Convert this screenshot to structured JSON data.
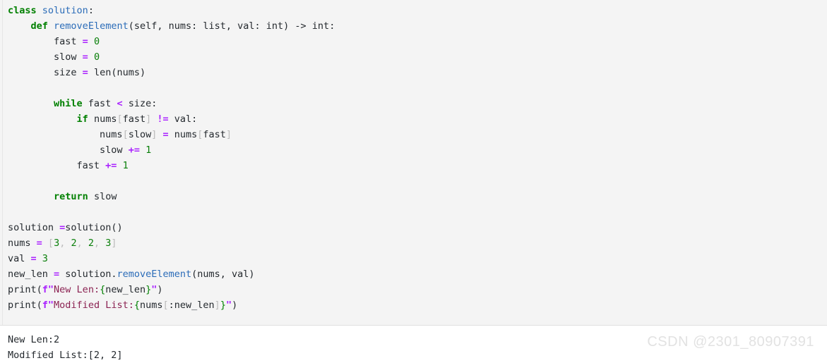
{
  "editor": {
    "language": "python",
    "background_color": "#f4f4f4",
    "code_lines": [
      {
        "indent": 0,
        "tokens": [
          {
            "t": "class",
            "c": "kw"
          },
          {
            "t": " ",
            "c": "pl"
          },
          {
            "t": "solution",
            "c": "name"
          },
          {
            "t": ":",
            "c": "pl"
          }
        ]
      },
      {
        "indent": 0,
        "tokens": [
          {
            "t": "    ",
            "c": "pl"
          },
          {
            "t": "def",
            "c": "kw"
          },
          {
            "t": " ",
            "c": "pl"
          },
          {
            "t": "removeElement",
            "c": "name"
          },
          {
            "t": "(self, nums: list, val: int) -> int:",
            "c": "pl"
          }
        ]
      },
      {
        "indent": 0,
        "tokens": [
          {
            "t": "        fast ",
            "c": "pl"
          },
          {
            "t": "=",
            "c": "op"
          },
          {
            "t": " ",
            "c": "pl"
          },
          {
            "t": "0",
            "c": "num"
          }
        ]
      },
      {
        "indent": 0,
        "tokens": [
          {
            "t": "        slow ",
            "c": "pl"
          },
          {
            "t": "=",
            "c": "op"
          },
          {
            "t": " ",
            "c": "pl"
          },
          {
            "t": "0",
            "c": "num"
          }
        ]
      },
      {
        "indent": 0,
        "tokens": [
          {
            "t": "        size ",
            "c": "pl"
          },
          {
            "t": "=",
            "c": "op"
          },
          {
            "t": " len(nums)",
            "c": "pl"
          }
        ]
      },
      {
        "indent": 0,
        "tokens": []
      },
      {
        "indent": 0,
        "tokens": [
          {
            "t": "        ",
            "c": "pl"
          },
          {
            "t": "while",
            "c": "kw"
          },
          {
            "t": " fast ",
            "c": "pl"
          },
          {
            "t": "<",
            "c": "op"
          },
          {
            "t": " size:",
            "c": "pl"
          }
        ]
      },
      {
        "indent": 0,
        "tokens": [
          {
            "t": "            ",
            "c": "pl"
          },
          {
            "t": "if",
            "c": "kw"
          },
          {
            "t": " nums",
            "c": "pl"
          },
          {
            "t": "[",
            "c": "brk"
          },
          {
            "t": "fast",
            "c": "pl"
          },
          {
            "t": "]",
            "c": "brk"
          },
          {
            "t": " ",
            "c": "pl"
          },
          {
            "t": "!=",
            "c": "op"
          },
          {
            "t": " val:",
            "c": "pl"
          }
        ]
      },
      {
        "indent": 0,
        "tokens": [
          {
            "t": "                nums",
            "c": "pl"
          },
          {
            "t": "[",
            "c": "brk"
          },
          {
            "t": "slow",
            "c": "pl"
          },
          {
            "t": "]",
            "c": "brk"
          },
          {
            "t": " ",
            "c": "pl"
          },
          {
            "t": "=",
            "c": "op"
          },
          {
            "t": " nums",
            "c": "pl"
          },
          {
            "t": "[",
            "c": "brk"
          },
          {
            "t": "fast",
            "c": "pl"
          },
          {
            "t": "]",
            "c": "brk"
          }
        ]
      },
      {
        "indent": 0,
        "tokens": [
          {
            "t": "                slow ",
            "c": "pl"
          },
          {
            "t": "+=",
            "c": "op"
          },
          {
            "t": " ",
            "c": "pl"
          },
          {
            "t": "1",
            "c": "num"
          }
        ]
      },
      {
        "indent": 0,
        "tokens": [
          {
            "t": "            fast ",
            "c": "pl"
          },
          {
            "t": "+=",
            "c": "op"
          },
          {
            "t": " ",
            "c": "pl"
          },
          {
            "t": "1",
            "c": "num"
          }
        ]
      },
      {
        "indent": 0,
        "tokens": []
      },
      {
        "indent": 0,
        "tokens": [
          {
            "t": "        ",
            "c": "pl"
          },
          {
            "t": "return",
            "c": "kw"
          },
          {
            "t": " slow",
            "c": "pl"
          }
        ]
      },
      {
        "indent": 0,
        "tokens": []
      },
      {
        "indent": 0,
        "tokens": [
          {
            "t": "solution ",
            "c": "pl"
          },
          {
            "t": "=",
            "c": "op"
          },
          {
            "t": "solution()",
            "c": "pl"
          }
        ]
      },
      {
        "indent": 0,
        "tokens": [
          {
            "t": "nums ",
            "c": "pl"
          },
          {
            "t": "=",
            "c": "op"
          },
          {
            "t": " ",
            "c": "pl"
          },
          {
            "t": "[",
            "c": "brk"
          },
          {
            "t": "3",
            "c": "num"
          },
          {
            "t": ", ",
            "c": "brk"
          },
          {
            "t": "2",
            "c": "num"
          },
          {
            "t": ", ",
            "c": "brk"
          },
          {
            "t": "2",
            "c": "num"
          },
          {
            "t": ", ",
            "c": "brk"
          },
          {
            "t": "3",
            "c": "num"
          },
          {
            "t": "]",
            "c": "brk"
          }
        ]
      },
      {
        "indent": 0,
        "tokens": [
          {
            "t": "val ",
            "c": "pl"
          },
          {
            "t": "=",
            "c": "op"
          },
          {
            "t": " ",
            "c": "pl"
          },
          {
            "t": "3",
            "c": "num"
          }
        ]
      },
      {
        "indent": 0,
        "tokens": [
          {
            "t": "new_len ",
            "c": "pl"
          },
          {
            "t": "=",
            "c": "op"
          },
          {
            "t": " solution.",
            "c": "pl"
          },
          {
            "t": "removeElement",
            "c": "name"
          },
          {
            "t": "(nums, val)",
            "c": "pl"
          }
        ]
      },
      {
        "indent": 0,
        "tokens": [
          {
            "t": "print(",
            "c": "pl"
          },
          {
            "t": "f\"",
            "c": "strq"
          },
          {
            "t": "New Len:",
            "c": "str"
          },
          {
            "t": "{",
            "c": "fbr"
          },
          {
            "t": "new_len",
            "c": "pl"
          },
          {
            "t": "}",
            "c": "fbr"
          },
          {
            "t": "\"",
            "c": "strq"
          },
          {
            "t": ")",
            "c": "pl"
          }
        ]
      },
      {
        "indent": 0,
        "tokens": [
          {
            "t": "print(",
            "c": "pl"
          },
          {
            "t": "f\"",
            "c": "strq"
          },
          {
            "t": "Modified List:",
            "c": "str"
          },
          {
            "t": "{",
            "c": "fbr"
          },
          {
            "t": "nums",
            "c": "pl"
          },
          {
            "t": "[",
            "c": "brk"
          },
          {
            "t": ":new_len",
            "c": "pl"
          },
          {
            "t": "]",
            "c": "brk"
          },
          {
            "t": "}",
            "c": "fbr"
          },
          {
            "t": "\"",
            "c": "strq"
          },
          {
            "t": ")",
            "c": "pl"
          }
        ]
      }
    ]
  },
  "output": {
    "background_color": "#ffffff",
    "lines": [
      "New Len:2",
      "Modified List:[2, 2]"
    ]
  },
  "watermark": {
    "text": "CSDN @2301_80907391",
    "color": "#e2e2e2"
  }
}
